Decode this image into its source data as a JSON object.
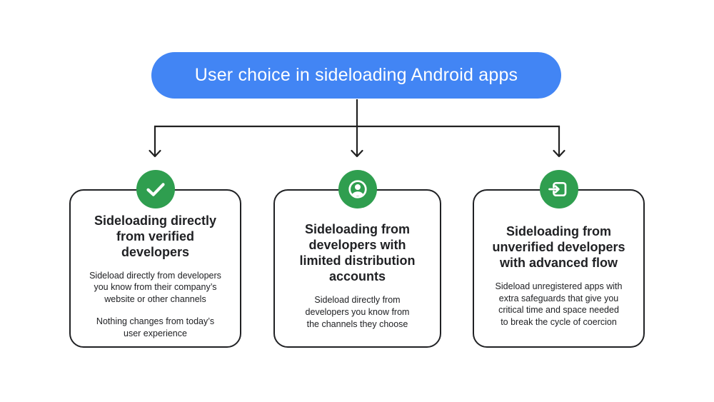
{
  "header": {
    "title": "User choice in sideloading Android apps"
  },
  "colors": {
    "pill_bg": "#4285F4",
    "pill_text": "#FFFFFF",
    "icon_bg": "#2F9E4F",
    "icon_glyph": "#FFFFFF",
    "connector_line": "#212121",
    "card_border": "#202124",
    "text": "#202124",
    "background": "#FFFFFF"
  },
  "cards": [
    {
      "icon": "check-icon",
      "title": "Sideloading directly\nfrom verified\ndevelopers",
      "body_1": "Sideload directly from developers\nyou know from their company’s\nwebsite or other channels",
      "body_2": "Nothing changes from today’s\nuser experience"
    },
    {
      "icon": "account-icon",
      "title": "Sideloading from\ndevelopers with\nlimited distribution\naccounts",
      "body_1": "Sideload directly from\ndevelopers you know from\nthe channels they choose"
    },
    {
      "icon": "login-icon",
      "title": "Sideloading from\nunverified developers\nwith advanced flow",
      "body_1": "Sideload unregistered apps with\nextra safeguards that give you\ncritical time and space needed\nto break the cycle of coercion"
    }
  ]
}
